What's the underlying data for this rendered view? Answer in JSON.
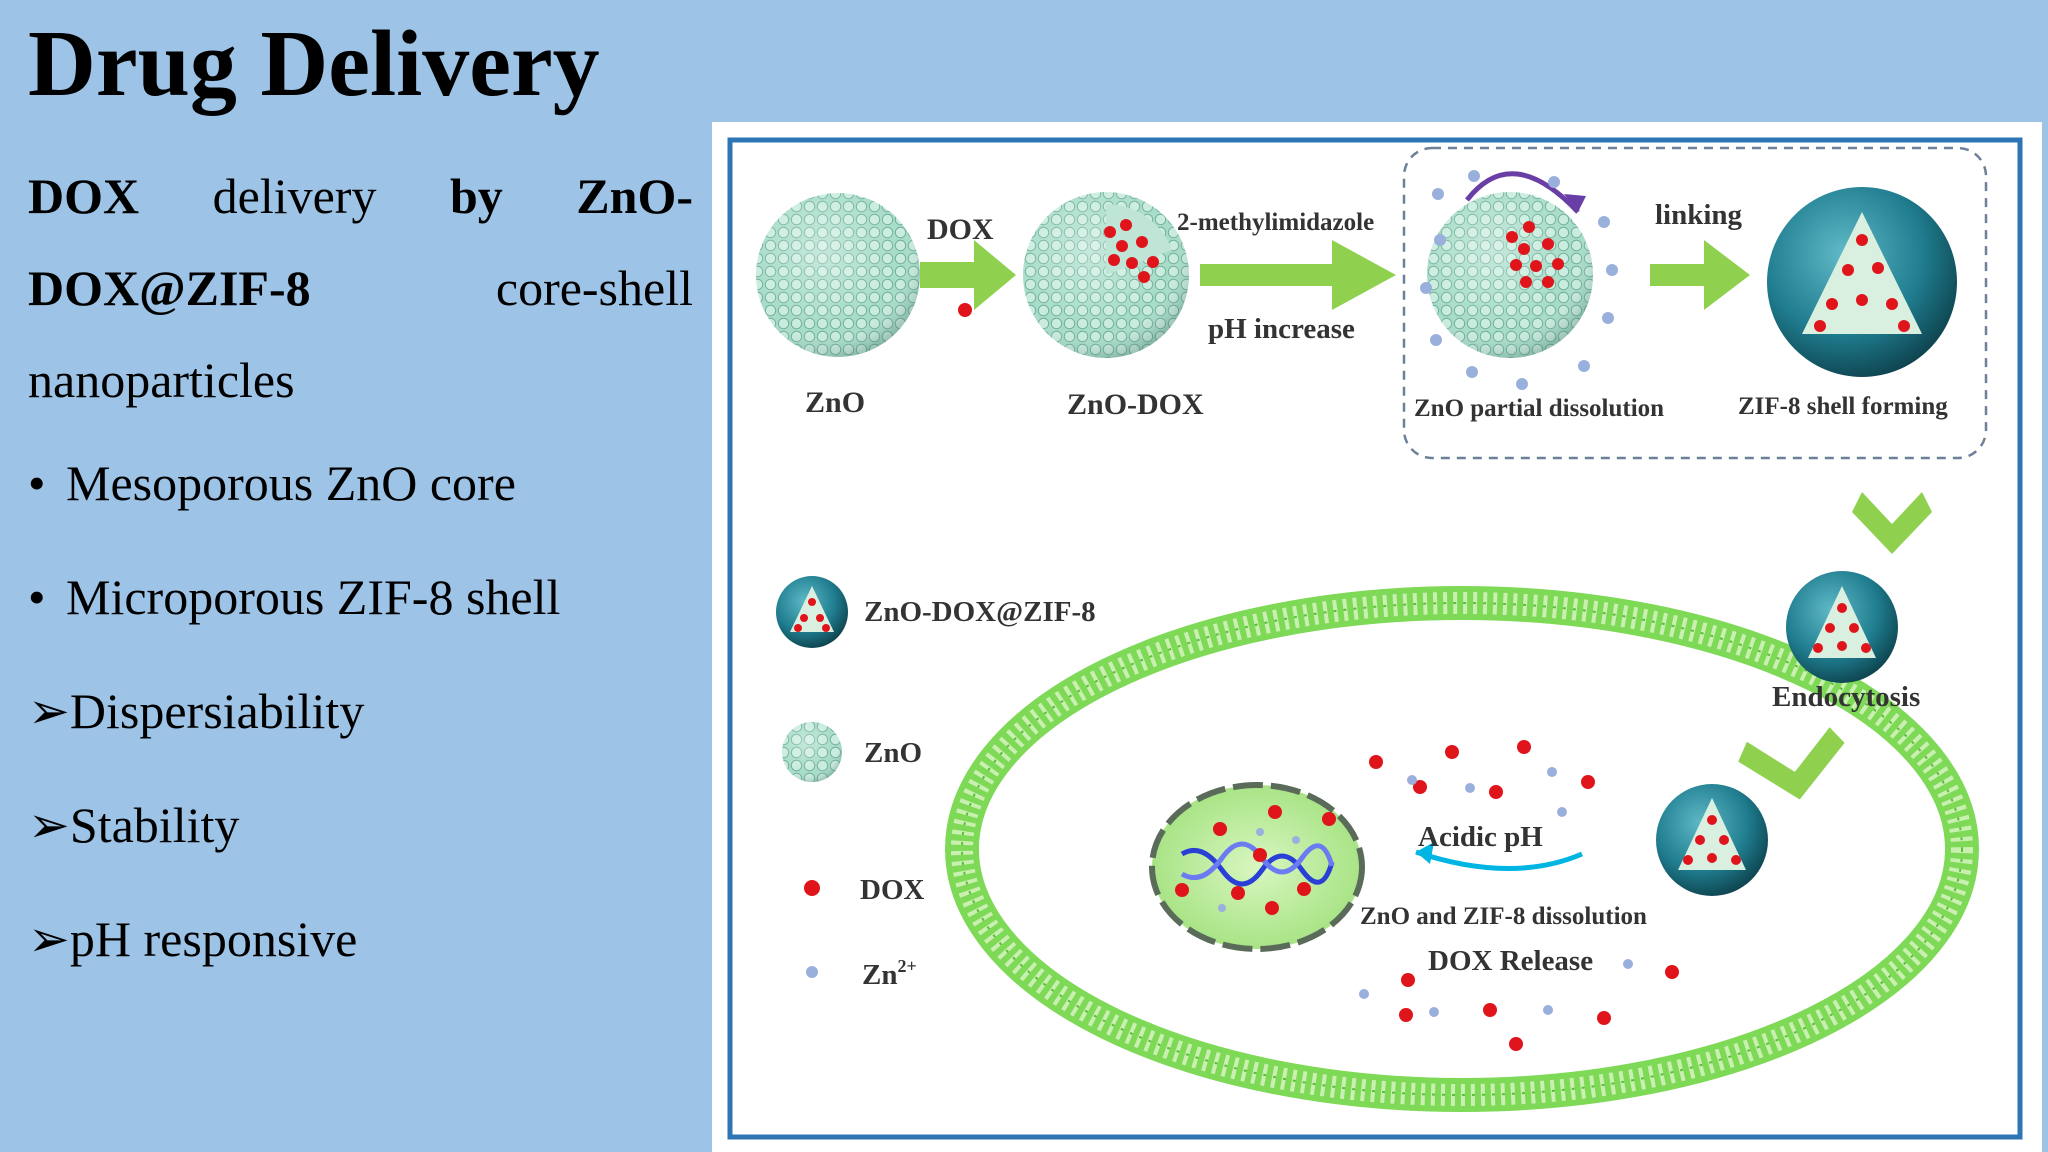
{
  "slide": {
    "title": "Drug Delivery",
    "intro": {
      "part1": "DOX",
      "part2": " delivery ",
      "part3": "by ZnO-DOX@ZIF-8",
      "part4": " core-shell nanoparticles"
    },
    "bullets": [
      "Mesoporous ZnO core",
      "Microporous ZIF-8 shell"
    ],
    "features": [
      "Dispersiability",
      "Stability",
      "pH responsive"
    ]
  },
  "figure": {
    "labels": {
      "zno": "ZnO",
      "dox": "DOX",
      "zno_dox": "ZnO-DOX",
      "methylimidazole": "2-methylimidazole",
      "ph_increase": "pH increase",
      "linking": "linking",
      "partial_dissolution": "ZnO partial dissolution",
      "shell_forming": "ZIF-8 shell forming",
      "endocytosis": "Endocytosis",
      "acidic_ph": "Acidic pH",
      "dissolution": "ZnO and ZIF-8 dissolution",
      "dox_release": "DOX Release"
    },
    "legend": {
      "composite": "ZnO-DOX@ZIF-8",
      "zno": "ZnO",
      "dox": "DOX",
      "zn_ion": "Zn",
      "zn_ion_sup": "2+"
    },
    "colors": {
      "zno_sphere": "#9fd9c5",
      "dox": "#e0151c",
      "zn_ion": "#9ab0dc",
      "arrow": "#8fd14f",
      "shell": "#1f7d8f",
      "frame": "#2e75b6"
    }
  }
}
